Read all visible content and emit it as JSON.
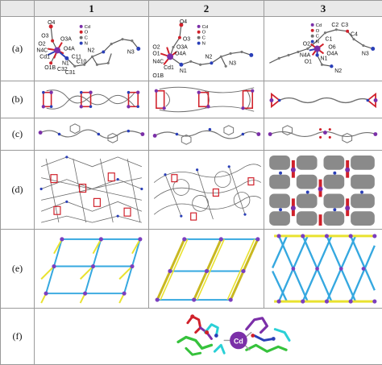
{
  "columns": [
    "1",
    "2",
    "3"
  ],
  "rows": [
    "(a)",
    "(b)",
    "(c)",
    "(d)",
    "(e)",
    "(f)"
  ],
  "panel_a": {
    "c1": [
      "O4",
      "O3",
      "O3A",
      "O2",
      "N4C",
      "Cd1",
      "O4A",
      "N1",
      "C11",
      "C10",
      "C32",
      "C31",
      "O1B",
      "N2",
      "N3"
    ],
    "c1_legend": [
      "Cd",
      "O",
      "C",
      "N"
    ],
    "c2": [
      "O4",
      "O3",
      "O2",
      "O1",
      "O3A",
      "O4A",
      "N4C",
      "Cd1",
      "N1",
      "N2",
      "O1B",
      "N3"
    ],
    "c2_legend": [
      "Cd",
      "O",
      "C",
      "N"
    ],
    "c3": [
      "Cd",
      "O",
      "C",
      "N",
      "C2",
      "C3",
      "C4",
      "C1",
      "O6",
      "O2",
      "N4A",
      "N1",
      "O1",
      "O4A",
      "N2",
      "N3"
    ]
  },
  "panel_f": {
    "center": "Cd"
  },
  "colors": {
    "cd": "#7b2fa8",
    "o": "#d0202a",
    "c": "#707070",
    "n": "#2a3fb8",
    "link_yellow": "#e9e22f",
    "link_blue": "#35a8e0",
    "node_purple": "#7b3fbf",
    "green": "#36c23c",
    "cyan": "#2ad0d6"
  }
}
